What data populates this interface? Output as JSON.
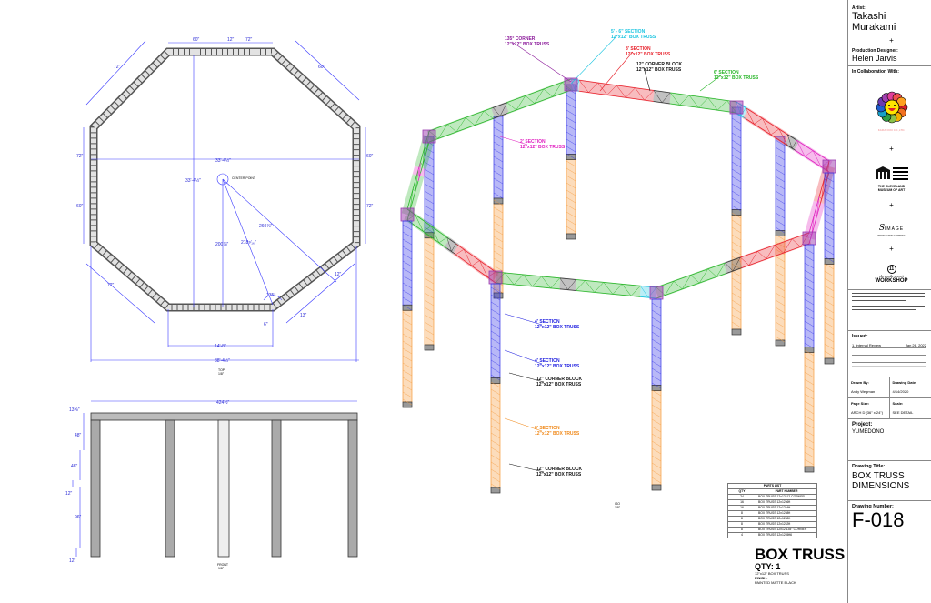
{
  "title_block": {
    "artist_label": "Artist:",
    "artist_name": "Takashi Murakami",
    "plus": "+",
    "designer_label": "Production Designer:",
    "designer_name": "Helen Jarvis",
    "collab_label": "In Collaboration With:",
    "logos": {
      "kaikai": "KAIKAI KIKI CO.,LTD.",
      "cleveland_1": "THE CLEVELAND",
      "cleveland_2": "MUSEUM OF ART",
      "split_image": "IMAGE",
      "split_image_sub": "PRODUCTION COMPANY",
      "eleventh_1": "eleventh street",
      "eleventh_2": "WORKSHOP"
    },
    "issued_label": "Issued:",
    "issued_item": "1. Internal Review",
    "issued_date": "Jan 26, 2022",
    "drawn_by_label": "Drawn By:",
    "drawn_by": "Andy Wegman",
    "drawing_date_label": "Drawing Date:",
    "drawing_date": "4/14/2020",
    "page_size_label": "Page Size:",
    "page_size": "ARCH D (36\" x 24\")",
    "scale_label": "Scale:",
    "scale": "SEE DETAIL",
    "project_label": "Project:",
    "project": "YUMEDONO",
    "drawing_title_label": "Drawing Title:",
    "drawing_title": "BOX TRUSS DIMENSIONS",
    "drawing_number_label": "Drawing Number:",
    "drawing_number": "F-018"
  },
  "plan": {
    "view_label": "TOP",
    "view_scale": "1/8\"",
    "center_label": "CENTER POINT",
    "dims": {
      "overall": "38'-4½\"",
      "bottom_span": "14'-8\"",
      "width": "33'-4½\"",
      "depth": "33'-4½\"",
      "r1": "200⅞\"",
      "r2": "218⁵⁄₁₆\"",
      "r3": "260⅞\"",
      "angle": "135°",
      "d72": "72\"",
      "d60": "60\"",
      "d12": "12\"",
      "d13": "13\"",
      "d6": "6\""
    }
  },
  "front": {
    "view_label": "FRONT",
    "view_scale": "1/8\"",
    "dims": {
      "width": "424½\"",
      "top": "13⅝\"",
      "a": "48\"",
      "b": "48\"",
      "c": "12\"",
      "d": "96\"",
      "e": "12\""
    }
  },
  "iso": {
    "view_label": "ISO",
    "view_scale": "1/8\"",
    "callouts": [
      {
        "line1": "135° CORNER",
        "line2": "12\"x12\" BOX TRUSS",
        "color": "#8b1a9a"
      },
      {
        "line1": "5' - 6\" SECTION",
        "line2": "12\"x12\" BOX TRUSS",
        "color": "#19c4e0"
      },
      {
        "line1": "8' SECTION",
        "line2": "12\"x12\" BOX TRUSS",
        "color": "#e8202a"
      },
      {
        "line1": "12\" CORNER BLOCK",
        "line2": "12\"x12\" BOX TRUSS",
        "color": "#111111"
      },
      {
        "line1": "6' SECTION",
        "line2": "12\"x12\" BOX TRUSS",
        "color": "#2ab62a"
      },
      {
        "line1": "2' SECTION",
        "line2": "12\"x12\" BOX TRUSS",
        "color": "#e020c0"
      },
      {
        "line1": "4' SECTION",
        "line2": "12\"x12\" BOX TRUSS",
        "color": "#2020e0"
      },
      {
        "line1": "4' SECTION",
        "line2": "12\"x12\" BOX TRUSS",
        "color": "#2020e0"
      },
      {
        "line1": "12\" CORNER BLOCK",
        "line2": "12\"x12\" BOX TRUSS",
        "color": "#111111"
      },
      {
        "line1": "8' SECTION",
        "line2": "12\"x12\" BOX TRUSS",
        "color": "#f08a1c"
      },
      {
        "line1": "12\" CORNER BLOCK",
        "line2": "12\"x12\" BOX TRUSS",
        "color": "#111111"
      }
    ]
  },
  "parts_list": {
    "title": "PARTS LIST",
    "headers": [
      "QTY",
      "PART NUMBER"
    ],
    "rows": [
      [
        "24",
        "BOX TRUSS 12x12x12 CORNER"
      ],
      [
        "16",
        "BOX TRUSS 12x12x6ft"
      ],
      [
        "16",
        "BOX TRUSS 12x12x4ft"
      ],
      [
        "8",
        "BOX TRUSS 12x12x8ft"
      ],
      [
        "8",
        "BOX TRUSS 12x12x8ft"
      ],
      [
        "8",
        "BOX TRUSS 12x12x2ft"
      ],
      [
        "8",
        "BOX TRUSS 12x12 135° CORNER"
      ],
      [
        "4",
        "BOX TRUSS 12x12x5ft6"
      ]
    ]
  },
  "box_title": {
    "title": "BOX TRUSS",
    "qty": "QTY: 1",
    "spec": "12\"x12\" BOX TRUSS",
    "finish_label": "FINISH:",
    "finish": "PAINTED MATTE BLACK"
  }
}
